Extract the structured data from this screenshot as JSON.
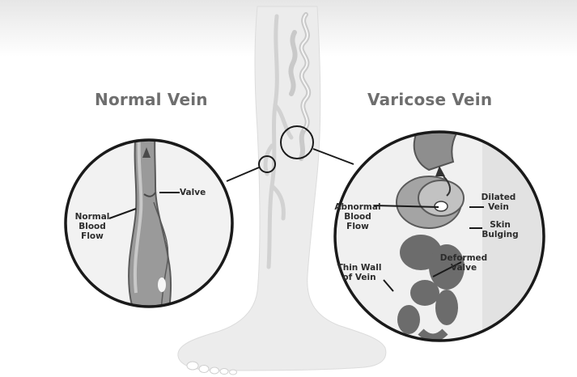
{
  "headings": {
    "normal": "Normal Vein",
    "varicose": "Varicose Vein"
  },
  "labels": {
    "valve": "Valve",
    "normal_blood_flow": "Normal\nBlood\nFlow",
    "abnormal_blood_flow": "Abnormal\nBlood\nFlow",
    "dilated_vein": "Dilated\nVein",
    "skin_bulging": "Skin\nBulging",
    "deformed_valve": "Deformed\nValve",
    "thin_wall_of_vein": "Thin Wall\nof Vein"
  },
  "colors": {
    "leg": "#ececec",
    "circle_stroke": "#1a1a1a",
    "vein_fill": "#9a9a9a",
    "vein_dark": "#5a5a5a",
    "heading": "#6e6e6e",
    "label": "#2c2c2c"
  }
}
